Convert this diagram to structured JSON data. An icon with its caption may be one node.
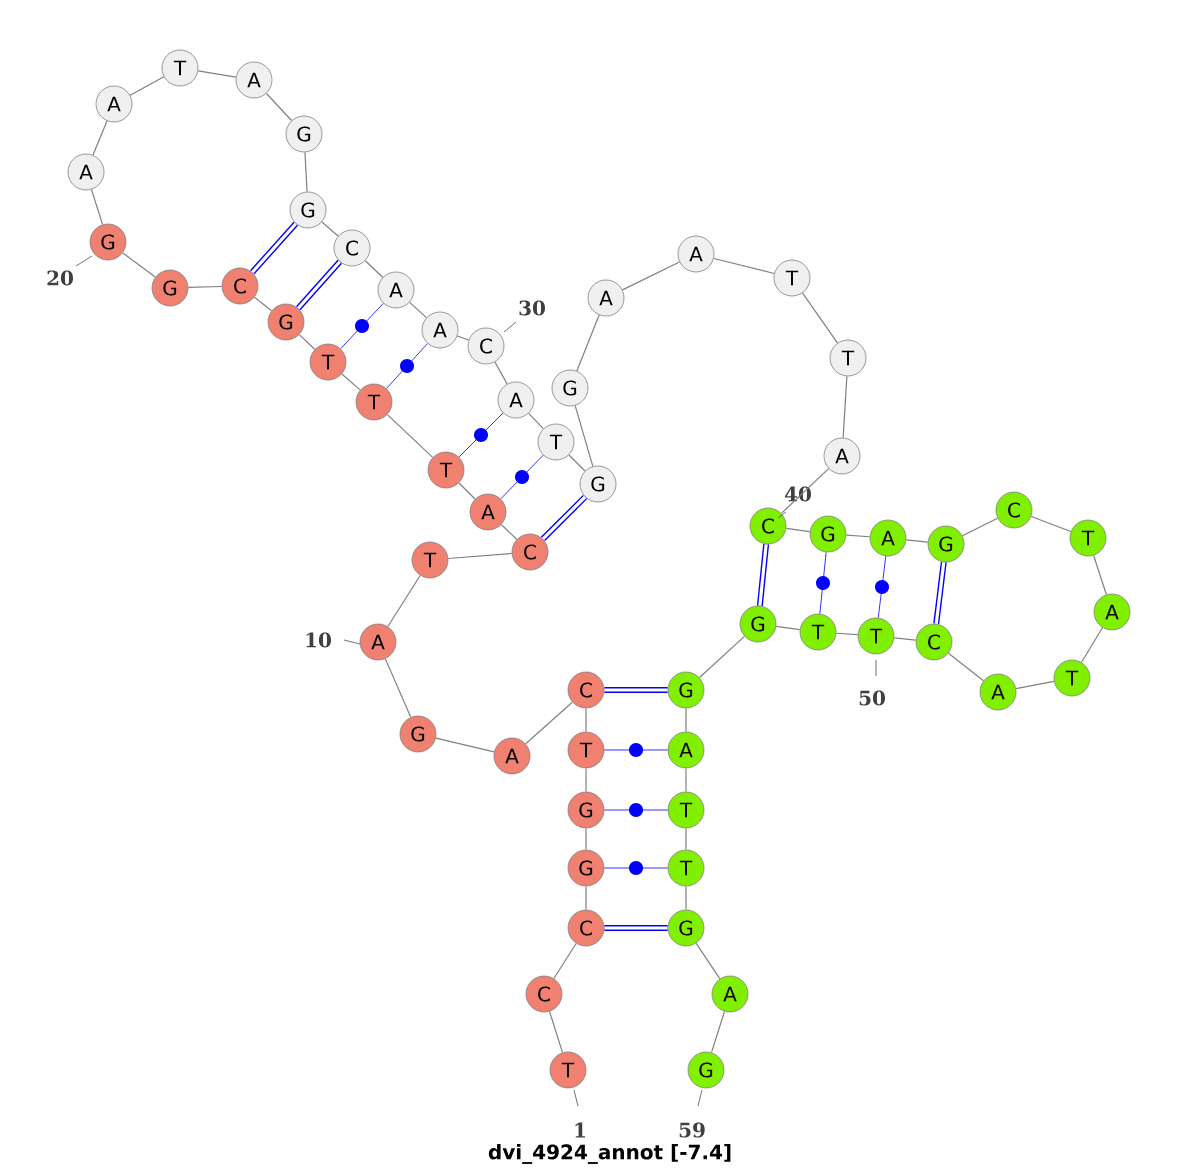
{
  "diagram": {
    "caption": "dvi_4924_annot [-7.4]",
    "nodes": [
      {
        "text": [
          "T"
        ],
        "beside": [
          "1"
        ]
      },
      {
        "text": [
          "C"
        ]
      },
      {
        "text": [
          "C"
        ]
      },
      {
        "text": [
          "G"
        ]
      },
      {
        "text": [
          "G"
        ]
      },
      {
        "text": [
          "T"
        ]
      },
      {
        "text": [
          "C"
        ]
      },
      {
        "text": [
          "A"
        ]
      },
      {
        "text": [
          "G"
        ]
      },
      {
        "text": [
          "A"
        ],
        "beside": [
          "10"
        ]
      },
      {
        "text": [
          "T"
        ]
      },
      {
        "text": [
          "C"
        ]
      },
      {
        "text": [
          "A"
        ]
      },
      {
        "text": [
          "T"
        ]
      },
      {
        "text": [
          "T"
        ]
      },
      {
        "text": [
          "T"
        ]
      },
      {
        "text": [
          "G"
        ]
      },
      {
        "text": [
          "C"
        ]
      },
      {
        "text": [
          "G"
        ]
      },
      {
        "text": [
          "G"
        ],
        "beside": [
          "20"
        ]
      },
      {
        "text": [
          "A"
        ]
      },
      {
        "text": [
          "A"
        ]
      },
      {
        "text": [
          "T"
        ]
      },
      {
        "text": [
          "A"
        ]
      },
      {
        "text": [
          "G"
        ]
      },
      {
        "text": [
          "G"
        ]
      },
      {
        "text": [
          "C"
        ]
      },
      {
        "text": [
          "A"
        ]
      },
      {
        "text": [
          "A"
        ]
      },
      {
        "text": [
          "C"
        ],
        "beside": [
          "30"
        ]
      },
      {
        "text": [
          "A"
        ]
      },
      {
        "text": [
          "T"
        ]
      },
      {
        "text": [
          "G"
        ]
      },
      {
        "text": [
          "G"
        ]
      },
      {
        "text": [
          "A"
        ]
      },
      {
        "text": [
          "A"
        ]
      },
      {
        "text": [
          "T"
        ]
      },
      {
        "text": [
          "T"
        ]
      },
      {
        "text": [
          "A"
        ]
      },
      {
        "text": [
          "C"
        ],
        "beside": [
          "40"
        ]
      },
      {
        "text": [
          "G"
        ]
      },
      {
        "text": [
          "A"
        ]
      },
      {
        "text": [
          "G"
        ]
      },
      {
        "text": [
          "C"
        ]
      },
      {
        "text": [
          "T"
        ]
      },
      {
        "text": [
          "A"
        ]
      },
      {
        "text": [
          "T"
        ]
      },
      {
        "text": [
          "A"
        ]
      },
      {
        "text": [
          "C"
        ]
      },
      {
        "text": [
          "T"
        ],
        "beside": [
          "50"
        ]
      },
      {
        "text": [
          "T"
        ]
      },
      {
        "text": [
          "G"
        ]
      },
      {
        "text": [
          "G"
        ]
      },
      {
        "text": [
          "A"
        ]
      },
      {
        "text": [
          "T"
        ]
      },
      {
        "text": [
          "T"
        ]
      },
      {
        "text": [
          "G"
        ]
      },
      {
        "text": [
          "A"
        ]
      },
      {
        "text": [
          "G"
        ],
        "beside": [
          "59"
        ]
      }
    ],
    "edges": [
      {
        "from": 0,
        "to": 1,
        "arrow": "none"
      },
      {
        "from": 1,
        "to": 2,
        "arrow": "none"
      },
      {
        "from": 2,
        "to": 3,
        "arrow": "none"
      },
      {
        "from": 3,
        "to": 4,
        "arrow": "none"
      },
      {
        "from": 4,
        "to": 5,
        "arrow": "none"
      },
      {
        "from": 5,
        "to": 6,
        "arrow": "none"
      },
      {
        "from": 6,
        "to": 7,
        "arrow": "none"
      },
      {
        "from": 7,
        "to": 8,
        "arrow": "none"
      },
      {
        "from": 8,
        "to": 9,
        "arrow": "none"
      },
      {
        "from": 9,
        "to": 10,
        "arrow": "none"
      },
      {
        "from": 10,
        "to": 11,
        "arrow": "none"
      },
      {
        "from": 11,
        "to": 12,
        "arrow": "none"
      },
      {
        "from": 12,
        "to": 13,
        "arrow": "none"
      },
      {
        "from": 13,
        "to": 14,
        "arrow": "none"
      },
      {
        "from": 14,
        "to": 15,
        "arrow": "none"
      },
      {
        "from": 15,
        "to": 16,
        "arrow": "none"
      },
      {
        "from": 16,
        "to": 17,
        "arrow": "none"
      },
      {
        "from": 17,
        "to": 18,
        "arrow": "none"
      },
      {
        "from": 18,
        "to": 19,
        "arrow": "none"
      },
      {
        "from": 19,
        "to": 20,
        "arrow": "none"
      },
      {
        "from": 20,
        "to": 21,
        "arrow": "none"
      },
      {
        "from": 21,
        "to": 22,
        "arrow": "none"
      },
      {
        "from": 22,
        "to": 23,
        "arrow": "none"
      },
      {
        "from": 23,
        "to": 24,
        "arrow": "none"
      },
      {
        "from": 24,
        "to": 25,
        "arrow": "none"
      },
      {
        "from": 25,
        "to": 26,
        "arrow": "none"
      },
      {
        "from": 26,
        "to": 27,
        "arrow": "none"
      },
      {
        "from": 27,
        "to": 28,
        "arrow": "none"
      },
      {
        "from": 28,
        "to": 29,
        "arrow": "none"
      },
      {
        "from": 29,
        "to": 30,
        "arrow": "none"
      },
      {
        "from": 30,
        "to": 31,
        "arrow": "none"
      },
      {
        "from": 31,
        "to": 32,
        "arrow": "none"
      },
      {
        "from": 32,
        "to": 33,
        "arrow": "none"
      },
      {
        "from": 33,
        "to": 34,
        "arrow": "none"
      },
      {
        "from": 34,
        "to": 35,
        "arrow": "none"
      },
      {
        "from": 35,
        "to": 36,
        "arrow": "none"
      },
      {
        "from": 36,
        "to": 37,
        "arrow": "none"
      },
      {
        "from": 37,
        "to": 38,
        "arrow": "none"
      },
      {
        "from": 38,
        "to": 39,
        "arrow": "none"
      },
      {
        "from": 39,
        "to": 40,
        "arrow": "none"
      },
      {
        "from": 40,
        "to": 41,
        "arrow": "none"
      },
      {
        "from": 41,
        "to": 42,
        "arrow": "none"
      },
      {
        "from": 42,
        "to": 43,
        "arrow": "none"
      },
      {
        "from": 43,
        "to": 44,
        "arrow": "none"
      },
      {
        "from": 44,
        "to": 45,
        "arrow": "none"
      },
      {
        "from": 45,
        "to": 46,
        "arrow": "none"
      },
      {
        "from": 46,
        "to": 47,
        "arrow": "none"
      },
      {
        "from": 47,
        "to": 48,
        "arrow": "none"
      },
      {
        "from": 48,
        "to": 49,
        "arrow": "none"
      },
      {
        "from": 49,
        "to": 50,
        "arrow": "none"
      },
      {
        "from": 50,
        "to": 51,
        "arrow": "none"
      },
      {
        "from": 51,
        "to": 52,
        "arrow": "none"
      },
      {
        "from": 52,
        "to": 53,
        "arrow": "none"
      },
      {
        "from": 53,
        "to": 54,
        "arrow": "none"
      },
      {
        "from": 54,
        "to": 55,
        "arrow": "none"
      },
      {
        "from": 55,
        "to": 56,
        "arrow": "none"
      },
      {
        "from": 56,
        "to": 57,
        "arrow": "none"
      },
      {
        "from": 57,
        "to": 58,
        "arrow": "none"
      },
      {
        "from": 6,
        "to": 52,
        "arrow": "none",
        "style": "thick",
        "color": "#0000ff"
      },
      {
        "from": 5,
        "to": 53,
        "arrow": "none",
        "color": "#0000ff"
      },
      {
        "from": 4,
        "to": 54,
        "arrow": "none",
        "color": "#0000ff"
      },
      {
        "from": 3,
        "to": 55,
        "arrow": "none",
        "color": "#0000ff"
      },
      {
        "from": 2,
        "to": 56,
        "arrow": "none",
        "style": "thick",
        "color": "#0000ff"
      },
      {
        "from": 17,
        "to": 25,
        "arrow": "none",
        "style": "thick",
        "color": "#0000ff"
      },
      {
        "from": 16,
        "to": 26,
        "arrow": "none",
        "style": "thick",
        "color": "#0000ff"
      },
      {
        "from": 15,
        "to": 27,
        "arrow": "none",
        "color": "#0000ff"
      },
      {
        "from": 14,
        "to": 28,
        "arrow": "none",
        "color": "#0000ff"
      },
      {
        "from": 13,
        "to": 30,
        "arrow": "none",
        "color": "#0000ff"
      },
      {
        "from": 12,
        "to": 31,
        "arrow": "none",
        "color": "#0000ff"
      },
      {
        "from": 11,
        "to": 32,
        "arrow": "none",
        "style": "thick",
        "color": "#0000ff"
      },
      {
        "from": 39,
        "to": 51,
        "arrow": "none",
        "style": "thick",
        "color": "#0000ff"
      },
      {
        "from": 40,
        "to": 50,
        "arrow": "none",
        "color": "#0000ff"
      },
      {
        "from": 41,
        "to": 49,
        "arrow": "none",
        "color": "#0000ff"
      },
      {
        "from": 42,
        "to": 48,
        "arrow": "none",
        "style": "thick",
        "color": "#0000ff"
      }
    ]
  }
}
